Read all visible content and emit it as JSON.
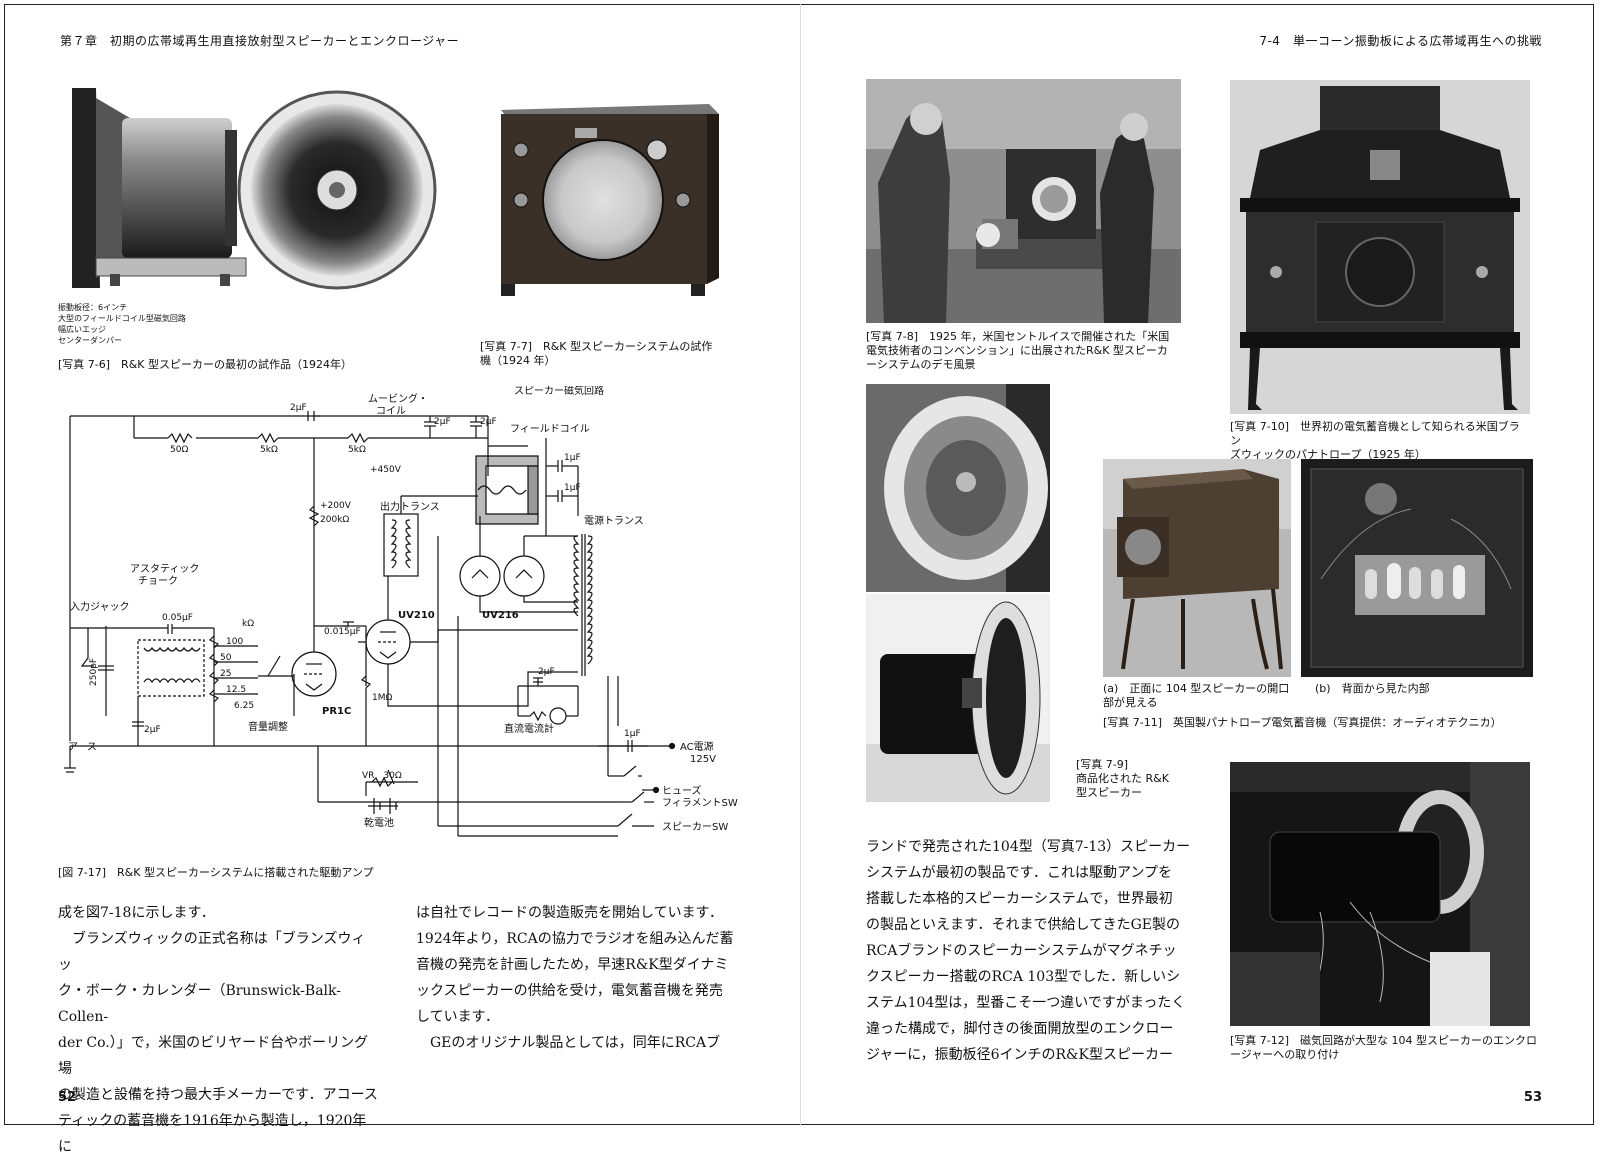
{
  "header": {
    "left": "第７章　初期の広帯域再生用直接放射型スピーカーとエンクロージャー",
    "right": "7-4　単一コーン振動板による広帯域再生への挑戦"
  },
  "page_numbers": {
    "left": "52",
    "right": "53"
  },
  "photo_7_6": {
    "specs": [
      "振動板径：6インチ",
      "大型のフィールドコイル型磁気回路",
      "幅広いエッジ",
      "センターダンパー"
    ],
    "caption": "[写真 7-6]　R&K 型スピーカーの最初の試作品（1924年）"
  },
  "photo_7_7": {
    "caption_1": "[写真 7-7]　R&K 型スピーカーシステムの試作",
    "caption_2": "機（1924 年）"
  },
  "schematic": {
    "caption": "[図 7-17]　R&K 型スピーカーシステムに搭載された駆動アンプ",
    "labels": {
      "speaker_magnetic": "スピーカー磁気回路",
      "moving_coil_1": "ムービング・",
      "moving_coil_2": "コイル",
      "field_coil": "フィールドコイル",
      "output_trans": "出力トランス",
      "power_trans": "電源トランス",
      "astatic_1": "アスタティック",
      "astatic_2": "チョーク",
      "input_jack": "入力ジャック",
      "earth": "アース",
      "volume": "音量調整",
      "dc_meter": "直流電流計",
      "battery": "乾電池",
      "ac_power": "AC電源",
      "ac_volt": "125V",
      "fuse": "ヒューズ",
      "filament_sw": "フィラメントSW",
      "speaker_sw": "スピーカーSW",
      "r50": "50Ω",
      "r5k_a": "5kΩ",
      "r5k_b": "5kΩ",
      "c2uf_top": "2μF",
      "c2uf_a": "2μF",
      "c2uf_b": "2μF",
      "c1uf_a": "1μF",
      "c1uf_b": "1μF",
      "v450": "+450V",
      "v200": "+200V",
      "r200k": "200kΩ",
      "c005": "0.05μF",
      "c0015": "0.015μF",
      "kohm": "kΩ",
      "att_100": "100",
      "att_50": "50",
      "att_25": "25",
      "att_125": "12.5",
      "att_625": "6.25",
      "c250p": "250pF",
      "c2uf_low": "2μF",
      "uv210": "UV210",
      "uv216": "UV216",
      "pr1c": "PR1C",
      "r1m": "1MΩ",
      "c2uf_meter": "2μF",
      "c1uf_ac": "1μF",
      "vr30": "VR　30Ω"
    }
  },
  "left_body": {
    "col1": [
      "成を図7-18に示します．",
      "　ブランズウィックの正式名称は「ブランズウィッ",
      "ク・ボーク・カレンダー（Brunswick-Balk-Collen-",
      "der Co.）」で，米国のビリヤード台やボーリング場",
      "の製造と設備を持つ最大手メーカーです．アコース",
      "ティックの蓄音機を1916年から製造し，1920年に"
    ],
    "col2": [
      "は自社でレコードの製造販売を開始しています．",
      "1924年より，RCAの協力でラジオを組み込んだ蓄",
      "音機の発売を計画したため，早速R&K型ダイナミ",
      "ックスピーカーの供給を受け，電気蓄音機を発売",
      "しています．",
      "　GEのオリジナル製品としては，同年にRCAブ"
    ]
  },
  "photo_7_8": {
    "caption": [
      "[写真 7-8]　1925 年，米国セントルイスで開催された「米国",
      "電気技術者のコンベンション」に出展されたR&K 型スピーカ",
      "ーシステムのデモ風景"
    ]
  },
  "photo_7_10": {
    "caption": [
      "[写真 7-10]　世界初の電気蓄音機として知られる米国ブラン",
      "ズウィックのパナトロープ（1925 年）"
    ]
  },
  "photo_7_9": {
    "caption": [
      "[写真 7-9]",
      "商品化された R&K",
      "型スピーカー"
    ]
  },
  "photo_7_11": {
    "sub_a": [
      "(a)　正面に 104 型スピーカーの開口",
      "部が見える"
    ],
    "sub_b": "(b)　背面から見た内部",
    "caption": "[写真 7-11]　英国製パナトロープ電気蓄音機（写真提供：オーディオテクニカ）"
  },
  "right_body": [
    "ランドで発売された104型（写真7-13）スピーカー",
    "システムが最初の製品です．これは駆動アンプを",
    "搭載した本格的スピーカーシステムで，世界最初",
    "の製品といえます．それまで供給してきたGE製の",
    "RCAブランドのスピーカーシステムがマグネチッ",
    "クスピーカー搭載のRCA 103型でした．新しいシ",
    "ステム104型は，型番こそ一つ違いですがまったく",
    "違った構成で，脚付きの後面開放型のエンクロー",
    "ジャーに，振動板径6インチのR&K型スピーカー"
  ],
  "photo_7_12": {
    "caption": [
      "[写真 7-12]　磁気回路が大型な 104 型スピーカーのエンクロ",
      "ージャーへの取り付け"
    ]
  }
}
